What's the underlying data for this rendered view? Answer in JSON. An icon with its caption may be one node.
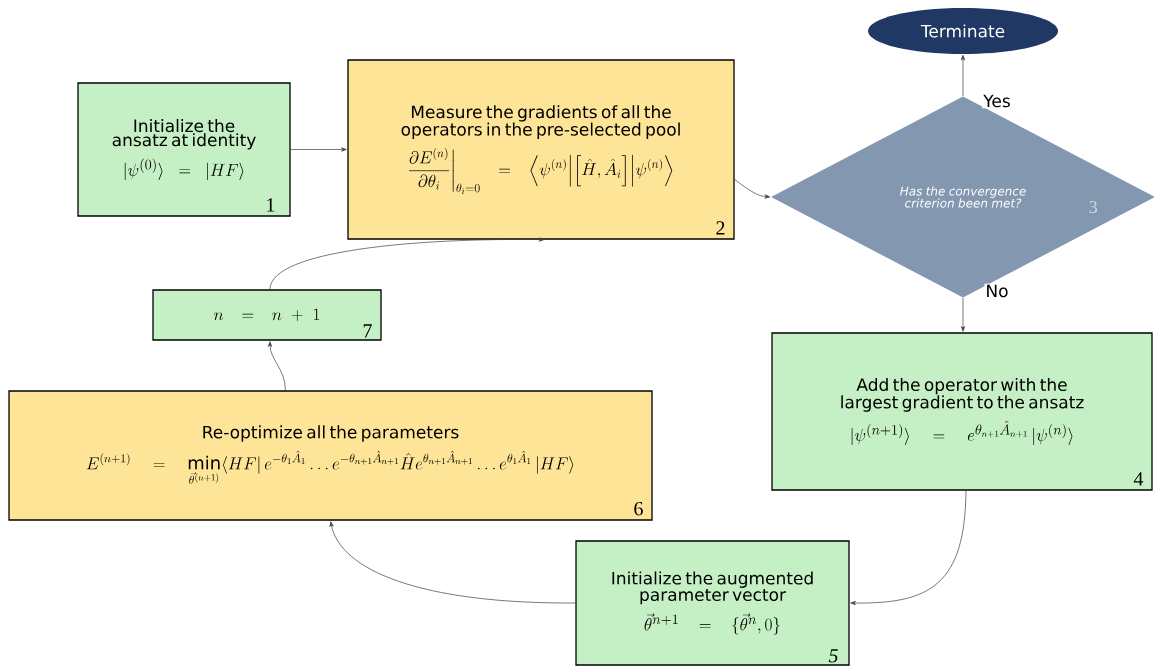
{
  "diagram": {
    "nodes": [
      {
        "text": [
          "Terminate"
        ]
      },
      {
        "text": [
          "Initialize the ansatz at identity",
          "|\\psi^{(0)}\\rangle = |HF\\rangle",
          "1"
        ]
      },
      {
        "text": [
          "Measure the gradients of all the operators in the pre-selected pool",
          "\\frac{\\partial E^{(n)}}{\\partial \\theta_i}\\bigg|_{\\theta_i=0} = \\left\\langle \\psi^{(n)} \\middle| \\left[\\hat{H},\\hat{A}_i\\right] \\middle| \\psi^{(n)} \\right\\rangle",
          "2"
        ]
      },
      {
        "text": [
          "Has the convergence criterion been met?",
          "3"
        ]
      },
      {
        "text": [
          "Add the operator with the largest gradient to the ansatz",
          "|\\psi^{(n+1)}\\rangle = e^{\\theta_{n+1}\\hat{A}_{n+1}}\\,|\\psi^{(n)}\\rangle",
          "4"
        ]
      },
      {
        "text": [
          "Initialize the augmented parameter vector",
          "\\vec{\\theta}^{n+1} = \\{\\vec{\\theta}^{n},0\\}",
          "5"
        ]
      },
      {
        "text": [
          "Re-optimize all the parameters",
          "E^{(n+1)} = \\min_{\\vec{\\theta}^{(n+1)}} \\langle HF|\\, e^{-\\theta_1\\hat{A}_1}\\dots e^{-\\theta_{n+1}\\hat{A}_{n+1}}\\hat{H}e^{\\theta_{n+1}\\hat{A}_{n+1}}\\dots e^{\\theta_1\\hat{A}_1}\\,|HF\\rangle",
          "6"
        ]
      },
      {
        "text": [
          "n = n+1",
          "7"
        ]
      }
    ],
    "edges": [
      {
        "from": 1,
        "to": 2,
        "arrow": "to"
      },
      {
        "from": 2,
        "to": 3,
        "arrow": "to"
      },
      {
        "from": 3,
        "to": 0,
        "arrow": "to",
        "label": "Yes"
      },
      {
        "from": 3,
        "to": 4,
        "arrow": "to",
        "label": "No"
      },
      {
        "from": 4,
        "to": 5,
        "arrow": "to"
      },
      {
        "from": 5,
        "to": 6,
        "arrow": "to"
      },
      {
        "from": 6,
        "to": 7,
        "arrow": "to"
      },
      {
        "from": 7,
        "to": 2,
        "arrow": "to"
      }
    ]
  }
}
